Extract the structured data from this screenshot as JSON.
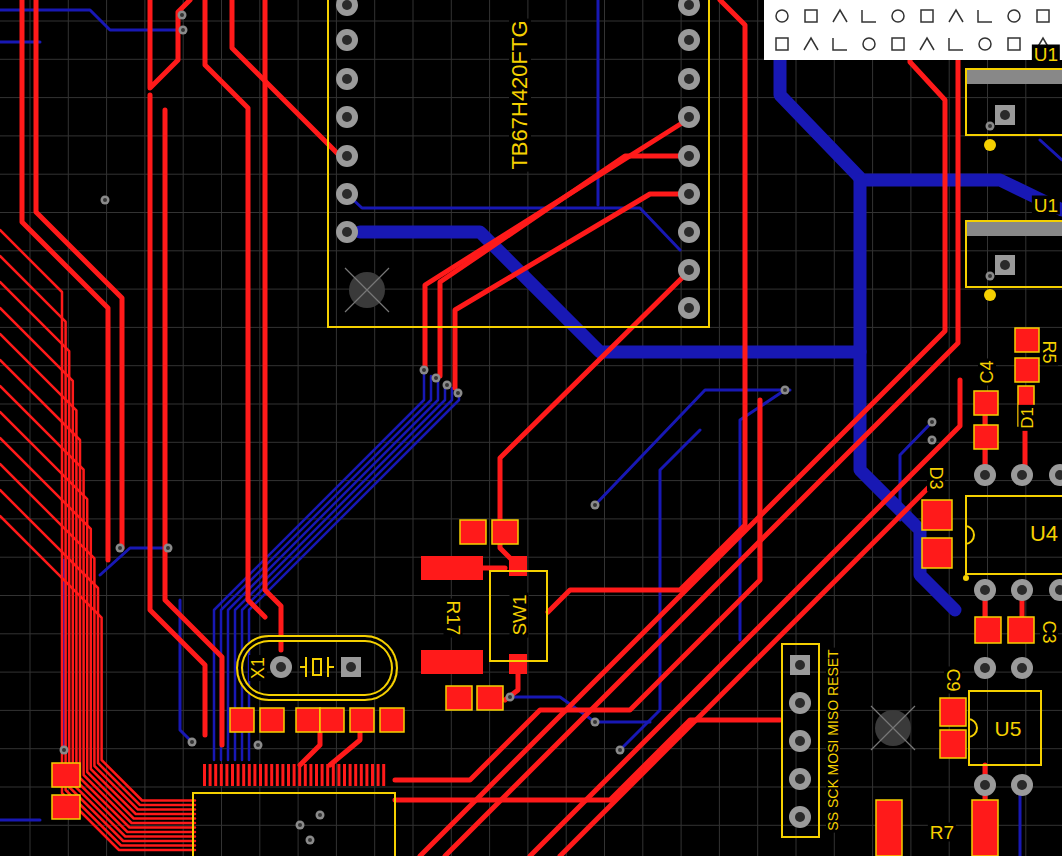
{
  "diagram": {
    "nodes": [
      {
        "text": [
          "TB67H420FTG"
        ]
      },
      {
        "text": [
          "U1"
        ]
      },
      {
        "text": [
          "U1"
        ]
      },
      {
        "text": [
          "U4"
        ]
      },
      {
        "text": [
          "SW1"
        ]
      },
      {
        "text": [
          "X1"
        ]
      },
      {
        "text": [
          "SS SCK MOSI MISO RESET"
        ]
      },
      {
        "text": [
          "U5"
        ]
      }
    ],
    "labels": [
      "R5",
      "C4",
      "D1",
      "D3",
      "R17",
      "C3",
      "C9",
      "R7"
    ]
  }
}
